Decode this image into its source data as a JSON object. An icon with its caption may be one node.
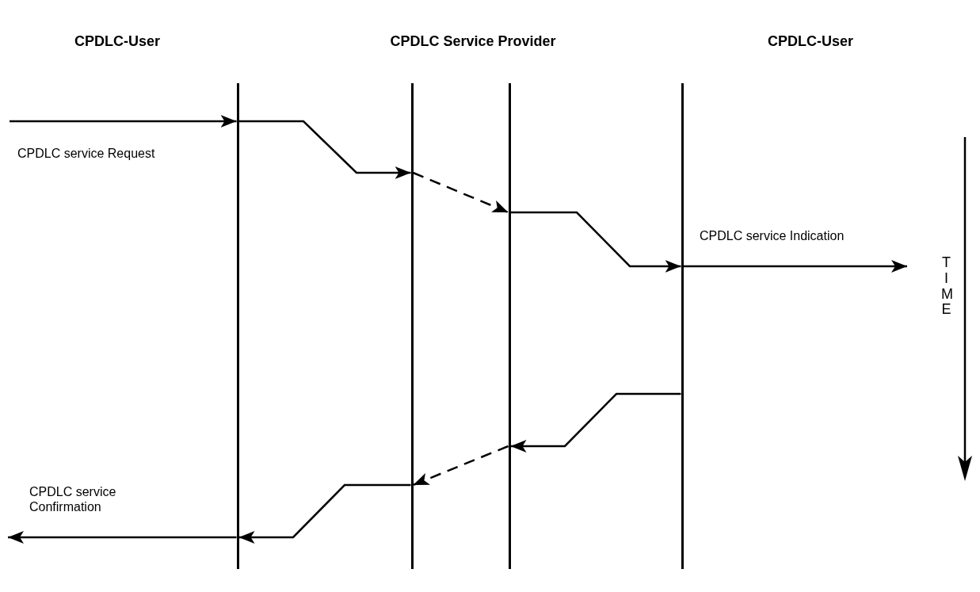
{
  "diagram": {
    "nodes": [
      {
        "text": [],
        "shape": "bar"
      },
      {
        "text": [],
        "shape": "bar"
      },
      {
        "text": [],
        "shape": "bar"
      },
      {
        "text": [],
        "shape": "bar"
      }
    ],
    "edges": [
      {
        "from": null,
        "to": 0,
        "arrow": "to",
        "label": "CPDLC service Request"
      },
      {
        "from": 0,
        "to": 1,
        "arrow": "to"
      },
      {
        "from": 1,
        "to": 2,
        "arrow": "to",
        "style": "dashed"
      },
      {
        "from": 2,
        "to": 3,
        "arrow": "to"
      },
      {
        "from": 3,
        "to": null,
        "arrow": "to",
        "label": "CPDLC service Indication"
      },
      {
        "from": 3,
        "to": 2,
        "arrow": "to"
      },
      {
        "from": 2,
        "to": 1,
        "arrow": "to",
        "style": "dashed"
      },
      {
        "from": 1,
        "to": 0,
        "arrow": "to"
      },
      {
        "from": 0,
        "to": null,
        "arrow": "to",
        "label": "CPDLC service Confirmation"
      }
    ],
    "labels": [
      "CPDLC-User",
      "CPDLC Service Provider",
      "CPDLC-User",
      "TIME"
    ]
  }
}
